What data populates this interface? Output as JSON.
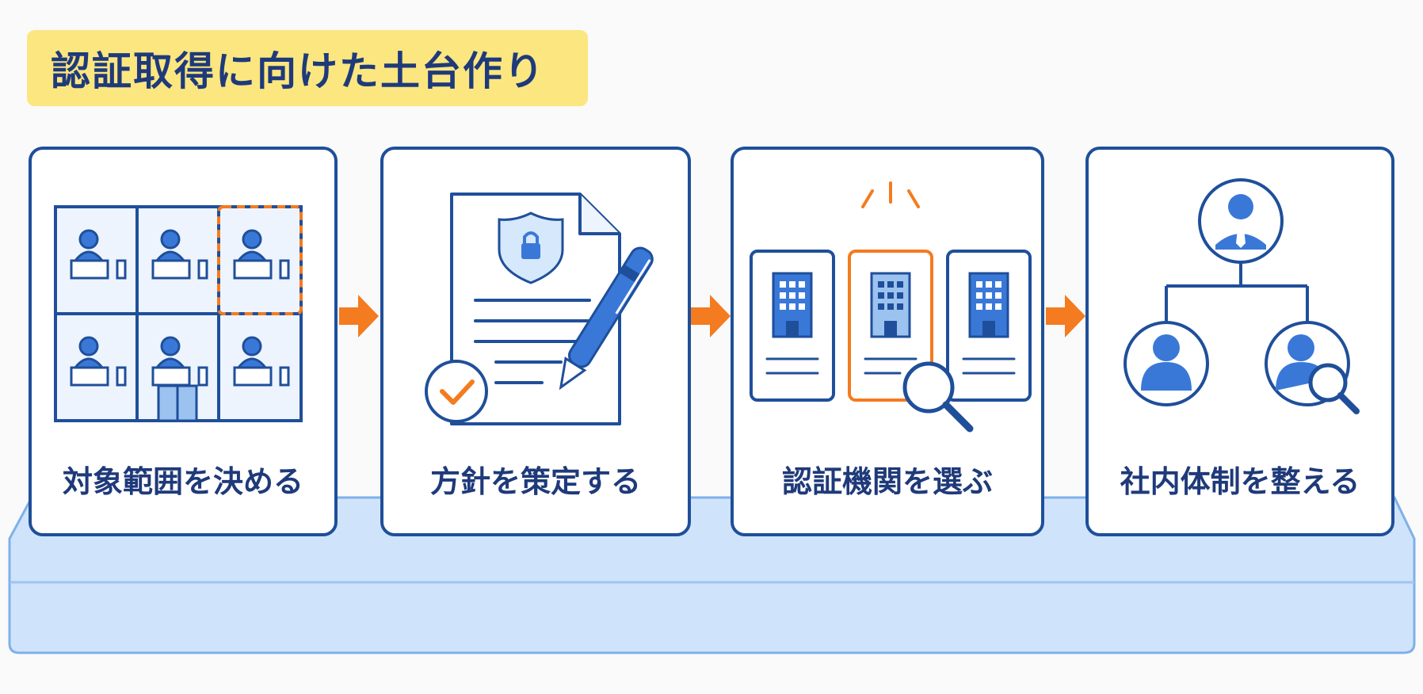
{
  "title": "認証取得に向けた土台作り",
  "steps": [
    {
      "label": "対象範囲を決める",
      "icon": "office-floor-scope-icon"
    },
    {
      "label": "方針を策定する",
      "icon": "policy-document-pen-icon"
    },
    {
      "label": "認証機関を選ぶ",
      "icon": "certification-body-select-icon"
    },
    {
      "label": "社内体制を整える",
      "icon": "org-structure-icon"
    }
  ],
  "colors": {
    "navy": "#1f4f9a",
    "blue": "#3a78d8",
    "light_blue": "#d6e8fb",
    "orange": "#f47b20",
    "yellow": "#fbe680"
  }
}
